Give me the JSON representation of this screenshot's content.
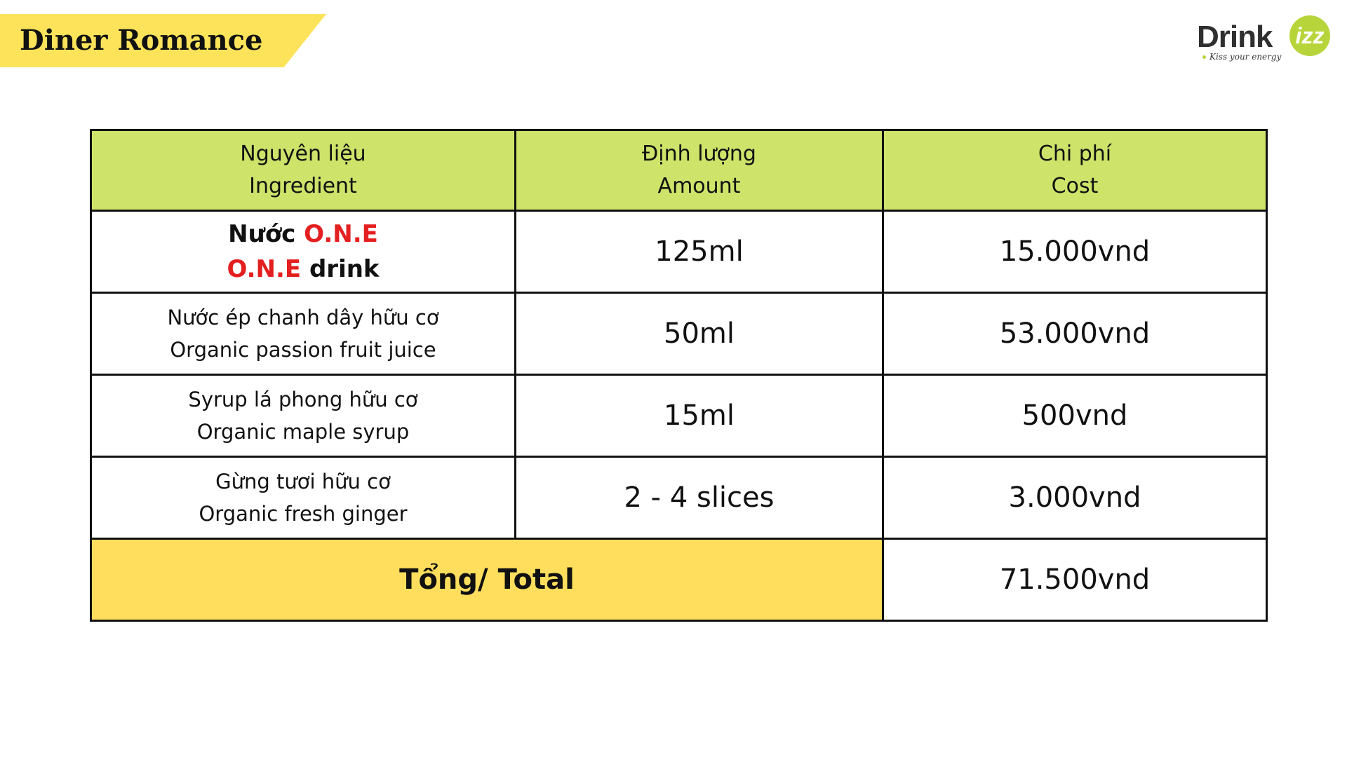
{
  "title": "Diner Romance",
  "logo": {
    "brand_word": "Drink",
    "brand_circle": "izz",
    "tagline": "Kiss your energy"
  },
  "colors": {
    "banner": "#fde35a",
    "header_bg": "#cde36a",
    "total_bg": "#fede5c",
    "highlight_red": "#e41f1f",
    "logo_green": "#b7d53a"
  },
  "table": {
    "headers": [
      {
        "vi": "Nguyên liệu",
        "en": "Ingredient"
      },
      {
        "vi": "Định lượng",
        "en": "Amount"
      },
      {
        "vi": "Chi phí",
        "en": "Cost"
      }
    ],
    "rows": [
      {
        "ingredient_vi_prefix": "Nước ",
        "ingredient_vi_highlight": "O.N.E",
        "ingredient_en_highlight": "O.N.E",
        "ingredient_en_suffix": " drink",
        "amount": "125ml",
        "cost": "15.000vnd"
      },
      {
        "ingredient_vi": "Nước ép chanh dây hữu cơ",
        "ingredient_en": "Organic passion fruit juice",
        "amount": "50ml",
        "cost": "53.000vnd"
      },
      {
        "ingredient_vi": "Syrup lá phong hữu cơ",
        "ingredient_en": "Organic maple syrup",
        "amount": "15ml",
        "cost": "500vnd"
      },
      {
        "ingredient_vi": "Gừng tươi hữu cơ",
        "ingredient_en": "Organic fresh ginger",
        "amount": "2 - 4 slices",
        "cost": "3.000vnd"
      }
    ],
    "total": {
      "label": "Tổng/ Total",
      "value": "71.500vnd"
    }
  }
}
